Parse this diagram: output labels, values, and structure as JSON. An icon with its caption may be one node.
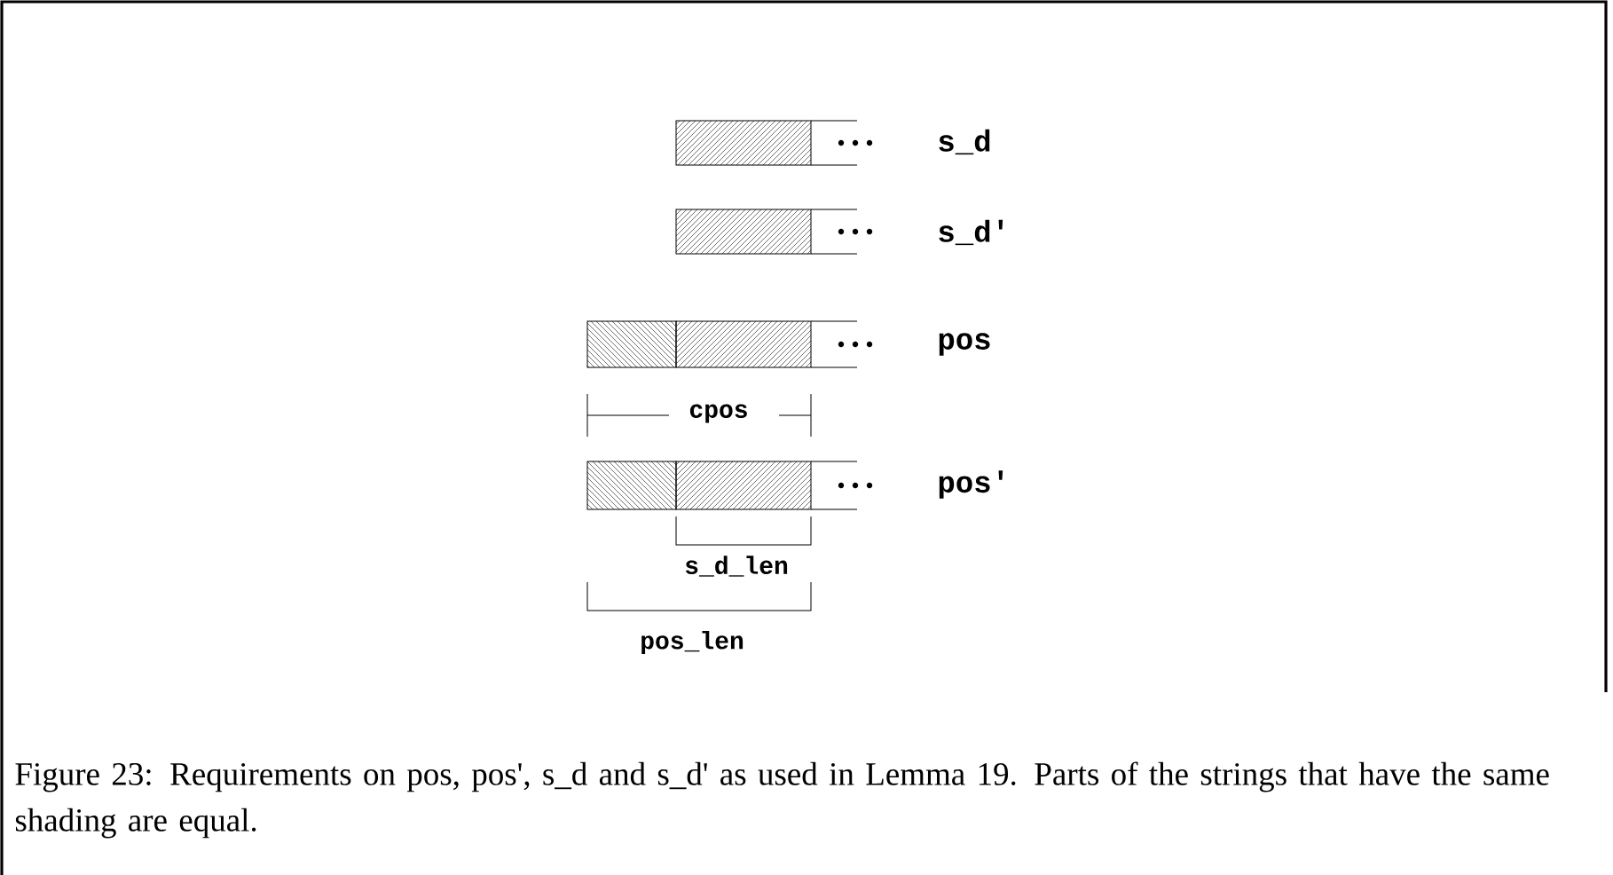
{
  "diagram": {
    "caption": "Figure 23: Requirements on pos, pos', s_d and s_d' as used in Lemma 19. Parts of the strings that have the same shading are equal.",
    "labels": [
      "s_d",
      "s_d'",
      "pos",
      "cpos",
      "pos'",
      "s_d_len",
      "pos_len"
    ]
  }
}
